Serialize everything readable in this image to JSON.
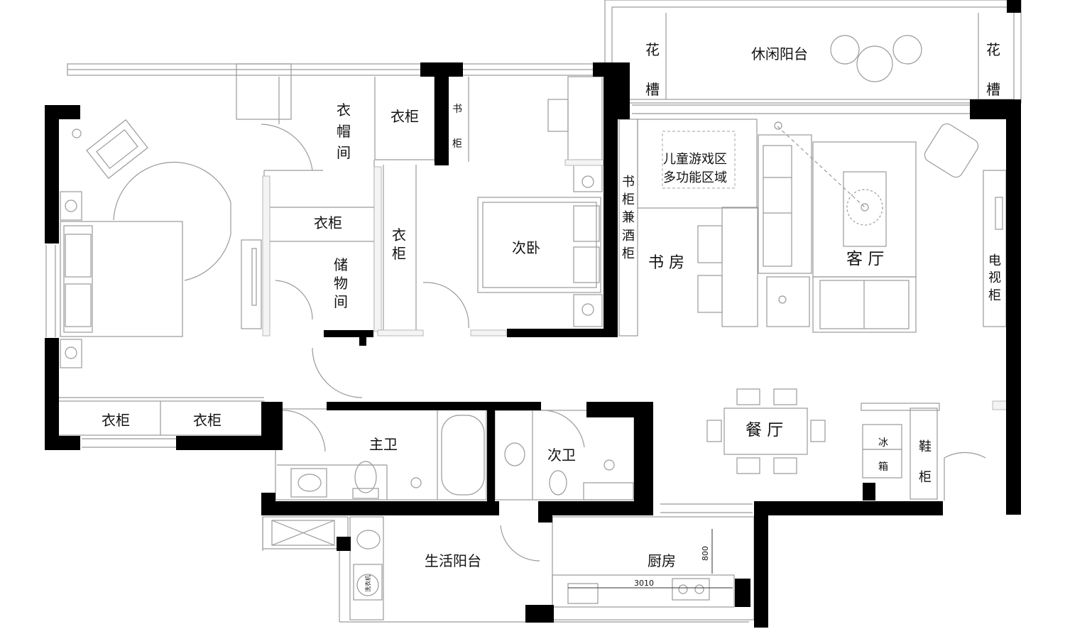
{
  "rooms": {
    "leisure_balcony": "休闲阳台",
    "planter_left": "花槽",
    "planter_right": "花槽",
    "cloakroom": "衣帽间",
    "wardrobe_top": "衣柜",
    "bookcase_top": "书柜",
    "wardrobe_mid": "衣柜",
    "storage": "储物间",
    "wardrobe_vertical": "衣柜",
    "second_bedroom": "次卧",
    "bookcase_wine": "书柜兼酒柜",
    "kids_area_line1": "儿童游戏区",
    "kids_area_line2": "多功能区域",
    "study": "书 房",
    "living_room": "客 厅",
    "tv_cabinet": "电视柜",
    "wardrobe_bottom_left": "衣柜",
    "wardrobe_bottom_right": "衣柜",
    "master_bath": "主卫",
    "second_bath": "次卫",
    "dining_room": "餐 厅",
    "fridge": "冰箱",
    "shoe_cabinet": "鞋柜",
    "service_balcony": "生活阳台",
    "kitchen": "厨房",
    "washer": "洗衣机"
  },
  "dimensions": {
    "kitchen_width": "3010",
    "kitchen_depth": "800"
  },
  "colors": {
    "wall": "#000000",
    "line": "#9a9a9a",
    "dash": "#b5b5b5"
  }
}
